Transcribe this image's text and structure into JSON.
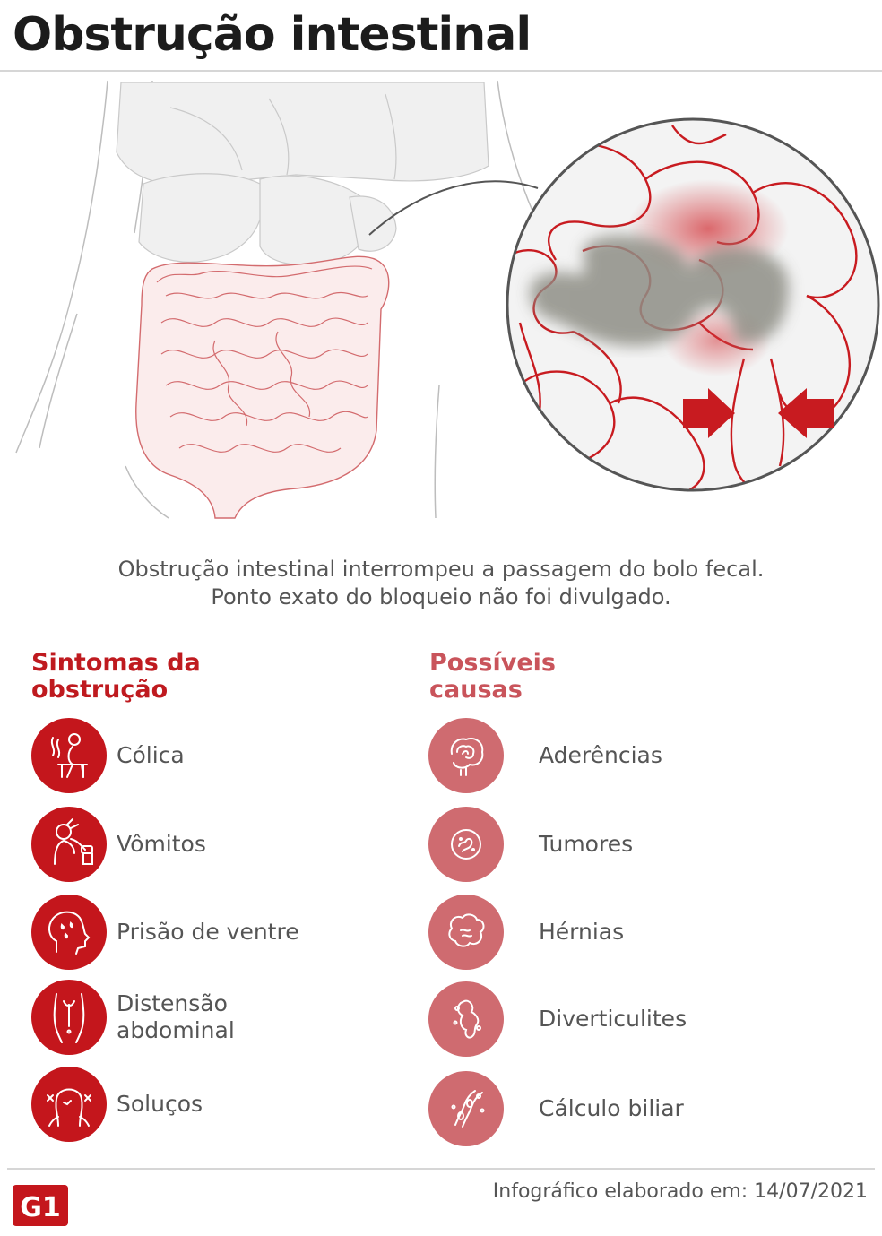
{
  "title": "Obstrução intestinal",
  "caption": {
    "line1": "Obstrução intestinal interrompeu a passagem do bolo fecal.",
    "line2": "Ponto exato do bloqueio não foi divulgado."
  },
  "symptoms": {
    "heading_line1": "Sintomas da",
    "heading_line2": "obstrução",
    "accent_color": "#c4161c",
    "items": [
      {
        "label": "Cólica",
        "icon": "cramp-icon"
      },
      {
        "label": "Vômitos",
        "icon": "vomit-icon"
      },
      {
        "label": "Prisão de ventre",
        "icon": "constipation-icon"
      },
      {
        "label_line1": "Distensão",
        "label_line2": "abdominal",
        "icon": "distension-icon"
      },
      {
        "label": "Soluços",
        "icon": "hiccup-icon"
      }
    ]
  },
  "causes": {
    "heading_line1": "Possíveis",
    "heading_line2": "causas",
    "accent_color": "#cf6b70",
    "items": [
      {
        "label": "Aderências",
        "icon": "adhesion-icon"
      },
      {
        "label": "Tumores",
        "icon": "tumor-icon"
      },
      {
        "label": "Hérnias",
        "icon": "hernia-icon"
      },
      {
        "label": "Diverticulites",
        "icon": "diverticulitis-icon"
      },
      {
        "label": "Cálculo biliar",
        "icon": "gallstone-icon"
      }
    ]
  },
  "footer": {
    "logo_text": "G1",
    "credit": "Infográfico elaborado em: 14/07/2021"
  }
}
